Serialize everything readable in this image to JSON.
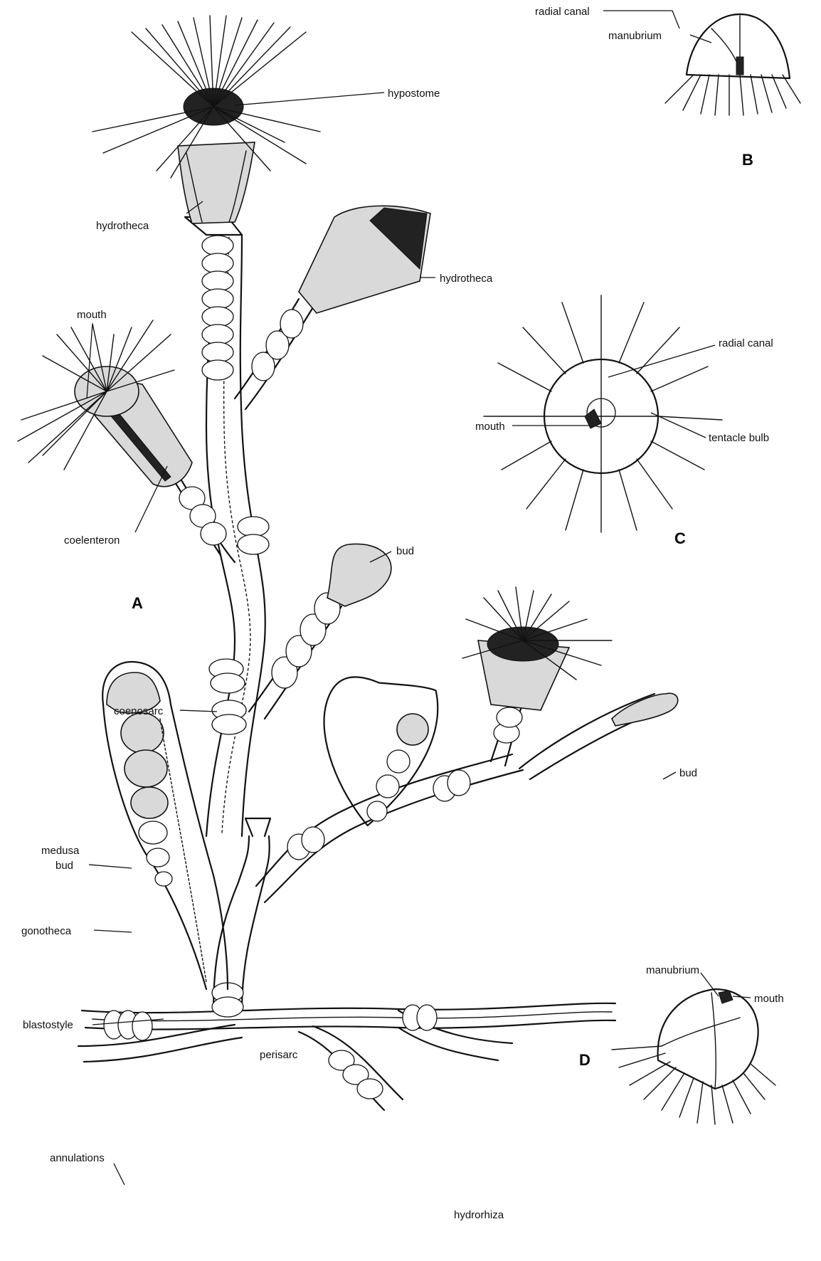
{
  "panels": {
    "a": "A",
    "b": "B",
    "c": "C",
    "d": "D"
  },
  "labels": {
    "hypostome": "hypostome",
    "hydrotheca_upper": "hydrotheca",
    "hydrotheca_right": "hydrotheca",
    "mouth_a": "mouth",
    "coelenteron": "coelenteron",
    "bud_upper": "bud",
    "coenosarc": "coenosarc",
    "bud_lower": "bud",
    "medusa_bud_line1": "medusa",
    "medusa_bud_line2": "bud",
    "gonotheca": "gonotheca",
    "blastostyle": "blastostyle",
    "perisarc": "perisarc",
    "annulations": "annulations",
    "hydrorhiza": "hydrorhiza",
    "radial_canal_b": "radial canal",
    "manubrium_b": "manubrium",
    "radial_canal_c": "radial canal",
    "mouth_c": "mouth",
    "tentacle_bulb": "tentacle bulb",
    "manubrium_d": "manubrium",
    "mouth_d": "mouth"
  }
}
